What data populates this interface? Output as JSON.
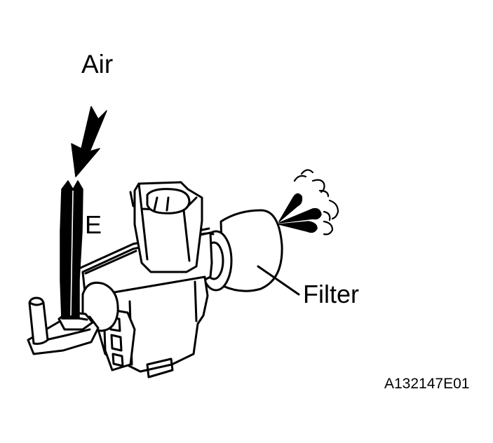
{
  "labels": {
    "air": "Air",
    "port": "E",
    "filter": "Filter",
    "figure_code": "A132147E01"
  },
  "colors": {
    "line": "#000000",
    "background": "#ffffff"
  },
  "icons": {
    "air_flow": "double-chevron-arrow-down",
    "discharge": "air-spray-icon"
  }
}
